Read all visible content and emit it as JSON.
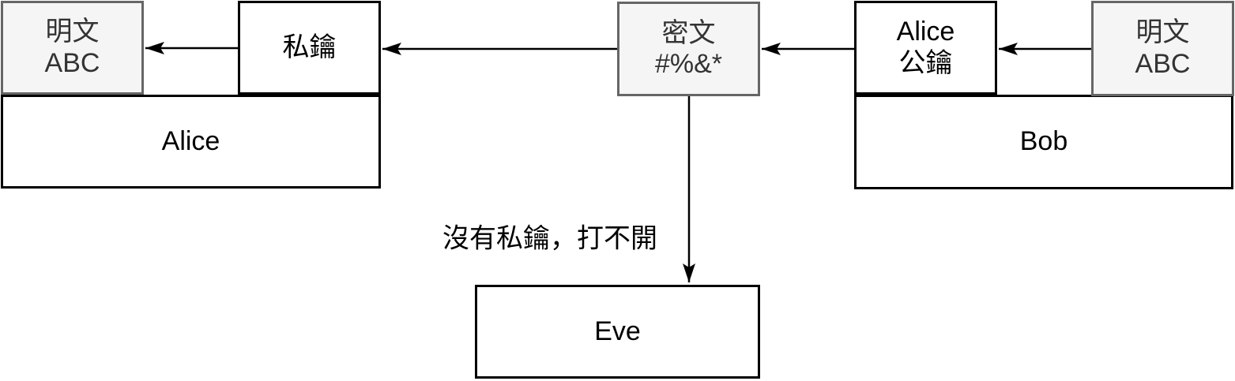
{
  "nodes": {
    "alice_plaintext": {
      "line1": "明文",
      "line2": "ABC"
    },
    "alice_private_key": {
      "label": "私鑰"
    },
    "alice": {
      "label": "Alice"
    },
    "ciphertext": {
      "line1": "密文",
      "line2": "#%&*"
    },
    "alice_public_key": {
      "line1": "Alice",
      "line2": "公鑰"
    },
    "bob_plaintext": {
      "line1": "明文",
      "line2": "ABC"
    },
    "bob": {
      "label": "Bob"
    },
    "eve": {
      "label": "Eve"
    }
  },
  "edges": {
    "eve_edge_label": "沒有私鑰，打不開",
    "flow": [
      {
        "from": "bob_plaintext",
        "to": "alice_public_key"
      },
      {
        "from": "alice_public_key",
        "to": "ciphertext"
      },
      {
        "from": "ciphertext",
        "to": "alice_private_key"
      },
      {
        "from": "alice_private_key",
        "to": "alice_plaintext"
      },
      {
        "from": "ciphertext",
        "to": "eve",
        "label": "沒有私鑰，打不開"
      }
    ]
  },
  "colors": {
    "highlight_fill": "#f5f5f5",
    "highlight_stroke": "#666666",
    "highlight_text": "#333333",
    "box_fill": "#ffffff",
    "box_stroke": "#000000",
    "arrow": "#000000",
    "text": "#000000",
    "background": "#ffffff"
  }
}
